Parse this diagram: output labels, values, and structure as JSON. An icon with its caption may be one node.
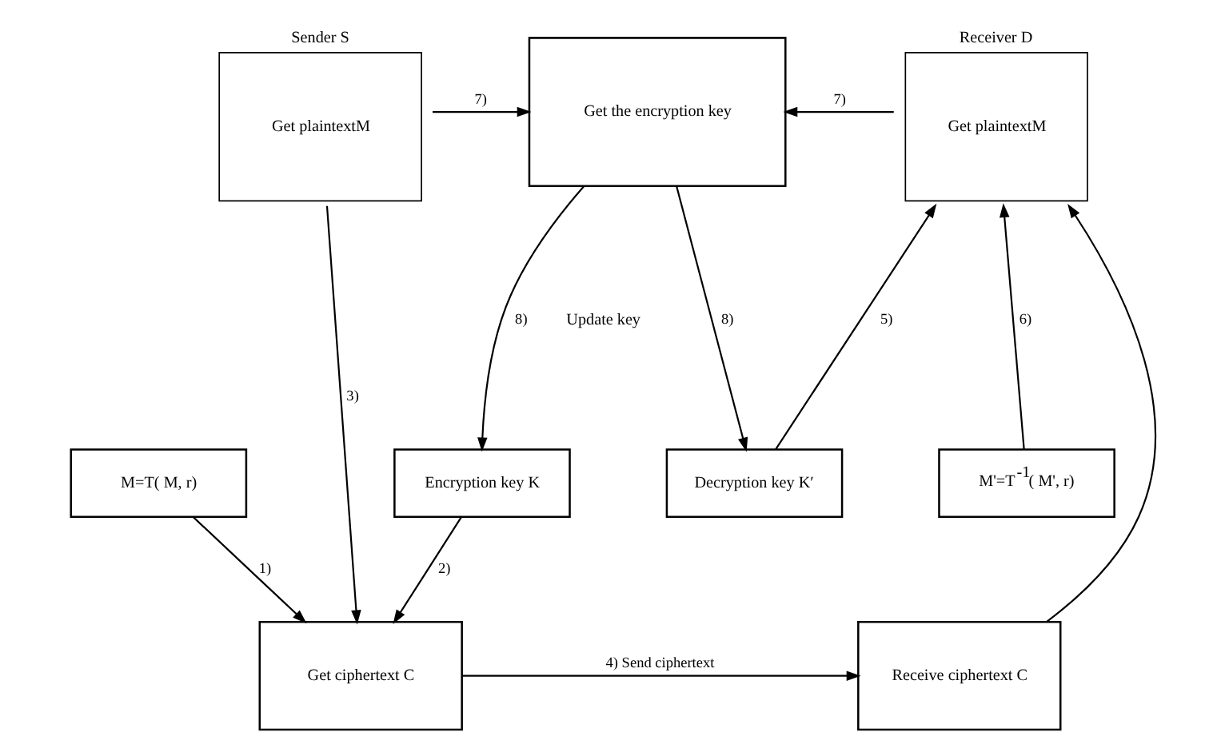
{
  "diagram": {
    "nodes": [
      {
        "text": [
          "Sender S",
          "Get plaintextM"
        ]
      },
      {
        "text": [
          "Get the encryption key"
        ]
      },
      {
        "text": [
          "Receiver D",
          "Get plaintextM"
        ]
      },
      {
        "text": [
          "M=T( M, r)"
        ]
      },
      {
        "text": [
          "Encryption key K"
        ]
      },
      {
        "text": [
          "Decryption key K′"
        ]
      },
      {
        "text": [
          "M'=T$^{-1}$( M', r)"
        ]
      },
      {
        "text": [
          "Get ciphertext C"
        ]
      },
      {
        "text": [
          "Receive ciphertext C"
        ]
      }
    ],
    "edges": [
      {
        "from": 0,
        "to": 1,
        "arrow": "to",
        "label": "7)"
      },
      {
        "from": 2,
        "to": 1,
        "arrow": "to",
        "label": "7)"
      },
      {
        "from": 1,
        "to": 4,
        "arrow": "to",
        "label": "8)"
      },
      {
        "from": 1,
        "to": 5,
        "arrow": "to",
        "label": "8)"
      },
      {
        "from": 3,
        "to": 7,
        "arrow": "to",
        "label": "1)"
      },
      {
        "from": 4,
        "to": 7,
        "arrow": "to",
        "label": "2)"
      },
      {
        "from": 0,
        "to": 7,
        "arrow": "to",
        "label": "3)"
      },
      {
        "from": 7,
        "to": 8,
        "arrow": "to",
        "label": "4) Send ciphertext"
      },
      {
        "from": 5,
        "to": 2,
        "arrow": "to",
        "label": "5)"
      },
      {
        "from": 6,
        "to": 2,
        "arrow": "to",
        "label": "6)"
      },
      {
        "from": 8,
        "to": 2,
        "arrow": "to"
      }
    ],
    "labels": [
      "Update key"
    ]
  }
}
